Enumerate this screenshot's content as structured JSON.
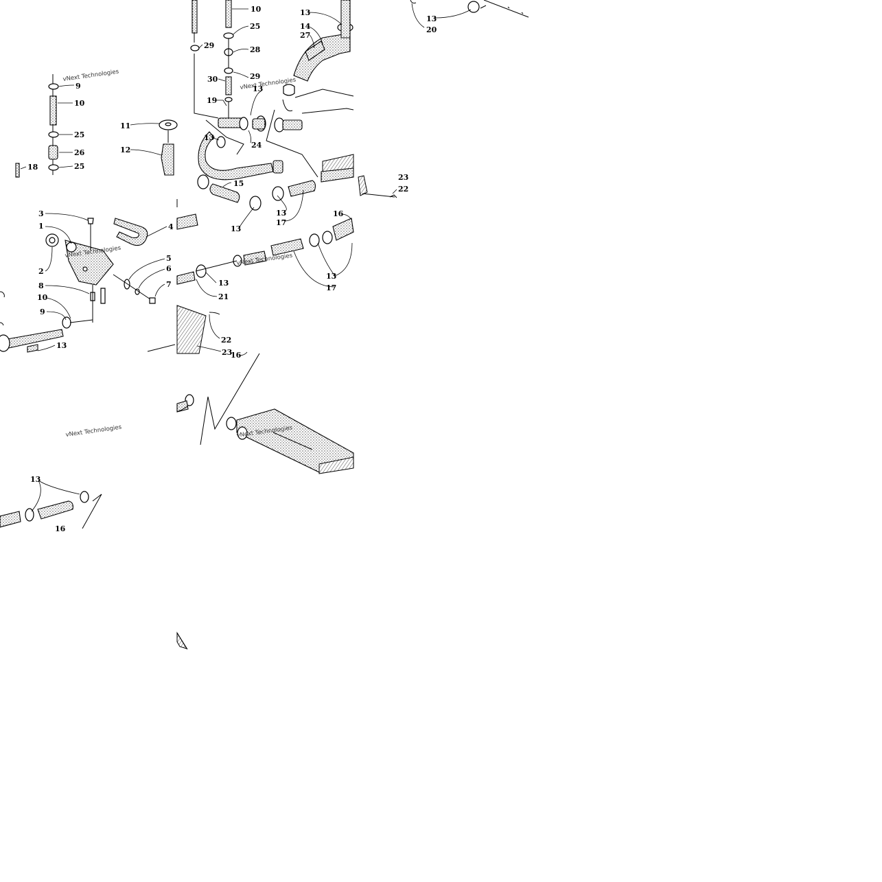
{
  "watermark_text": "vNext Technologies",
  "callouts": {
    "a10": "10",
    "a25": "25",
    "a28": "28",
    "a29a": "29",
    "a30": "30",
    "a29b": "29",
    "a19": "19",
    "a13a": "13",
    "a13b": "13",
    "a24": "24",
    "a15": "15",
    "b13a": "13",
    "b14": "14",
    "b27": "27",
    "b13b": "13",
    "b17a": "17",
    "b16": "16",
    "b13c": "13",
    "b17b": "17",
    "b13d": "13",
    "b21": "21",
    "b22a": "22",
    "b23a": "23",
    "b16b": "16",
    "c9": "9",
    "c10": "10",
    "c25a": "25",
    "c26": "26",
    "c25b": "25",
    "c18": "18",
    "c11": "11",
    "c12": "12",
    "d3": "3",
    "d1": "1",
    "d4": "4",
    "d2": "2",
    "d5": "5",
    "d6": "6",
    "d7": "7",
    "d8": "8",
    "d10": "10",
    "d9": "9",
    "d13": "13",
    "e13": "13",
    "e20": "20",
    "e23": "23",
    "e22": "22",
    "f13": "13",
    "f16": "16"
  }
}
